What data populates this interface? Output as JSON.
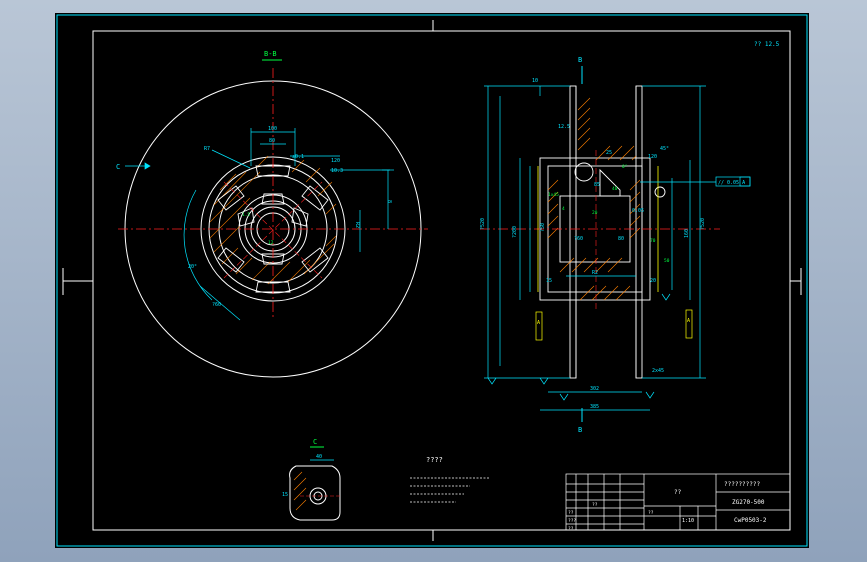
{
  "colors": {
    "background": "#b9c6d6",
    "canvas": "#000000",
    "frame": "#00e5ff",
    "geometry": "#ffffff",
    "centerline": "#ff2020",
    "dimension": "#00e5ff",
    "annotation": "#00ff40",
    "yellow": "#ffff00",
    "hatch": "#ff8000"
  },
  "section_label": "B-B",
  "view_arrow_label": "C",
  "cut_label_top": "B",
  "cut_label_bottom": "B",
  "detail_label": "C",
  "roughness_corner": "?? 12.5",
  "tolerance_frame": "// 0.05 A",
  "notes_title": "????",
  "left_dims": [
    "100",
    "80",
    "8",
    "120",
    "R7",
    "±0.1",
    "20°",
    "R2",
    "?60",
    "10.3",
    "1.5",
    "12",
    "5",
    "?90",
    "5",
    "R3",
    "?2x45"
  ],
  "right_dims": [
    "10",
    "12.5",
    "25",
    "120",
    "85",
    "0°",
    "40",
    "4",
    "45°",
    "1x45",
    "20",
    "0.05",
    "70",
    "50",
    "R2",
    "?520",
    "?60",
    "?200",
    "160",
    "?520",
    "20",
    "15",
    "25",
    "15",
    "2x45",
    "15",
    "302",
    "385",
    "?50",
    "A",
    "60",
    "80"
  ],
  "detail_dims": [
    "40",
    "15"
  ],
  "title_block": {
    "name": "??????????",
    "code": "ZG270-500",
    "material": "??",
    "drawing_no": "CwP0503-2",
    "scale": "1:10",
    "rows": [
      "??",
      "???",
      "??",
      "??",
      "??"
    ]
  }
}
